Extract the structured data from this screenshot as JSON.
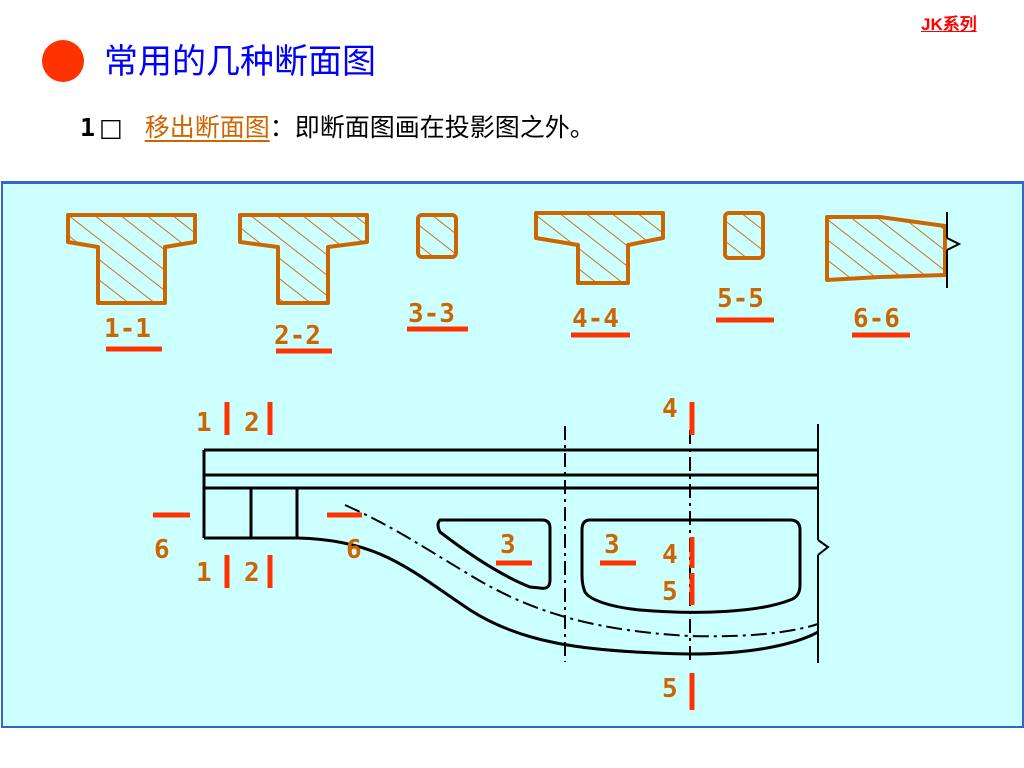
{
  "header": {
    "series_tag": "JK系列",
    "title": "常用的几种断面图",
    "item_number": "1",
    "item_box": "□",
    "term": "移出断面图",
    "definition": "：即断面图画在投影图之外。"
  },
  "sections": [
    {
      "label": "1-1"
    },
    {
      "label": "2-2"
    },
    {
      "label": "3-3"
    },
    {
      "label": "4-4"
    },
    {
      "label": "5-5"
    },
    {
      "label": "6-6"
    }
  ],
  "marks": {
    "m1_top": "1",
    "m2_top": "2",
    "m4_top": "4",
    "m6_left": "6",
    "m6_right": "6",
    "m1_bot": "1",
    "m2_bot": "2",
    "m3_left": "3",
    "m3_right": "3",
    "m4_bot": "4",
    "m5_mid": "5",
    "m5_bot": "5"
  },
  "colors": {
    "title": "#0000ff",
    "accent": "#ff3300",
    "section_stroke": "#cc6600",
    "panel_bg": "#ccffff",
    "panel_border": "#3366cc"
  }
}
